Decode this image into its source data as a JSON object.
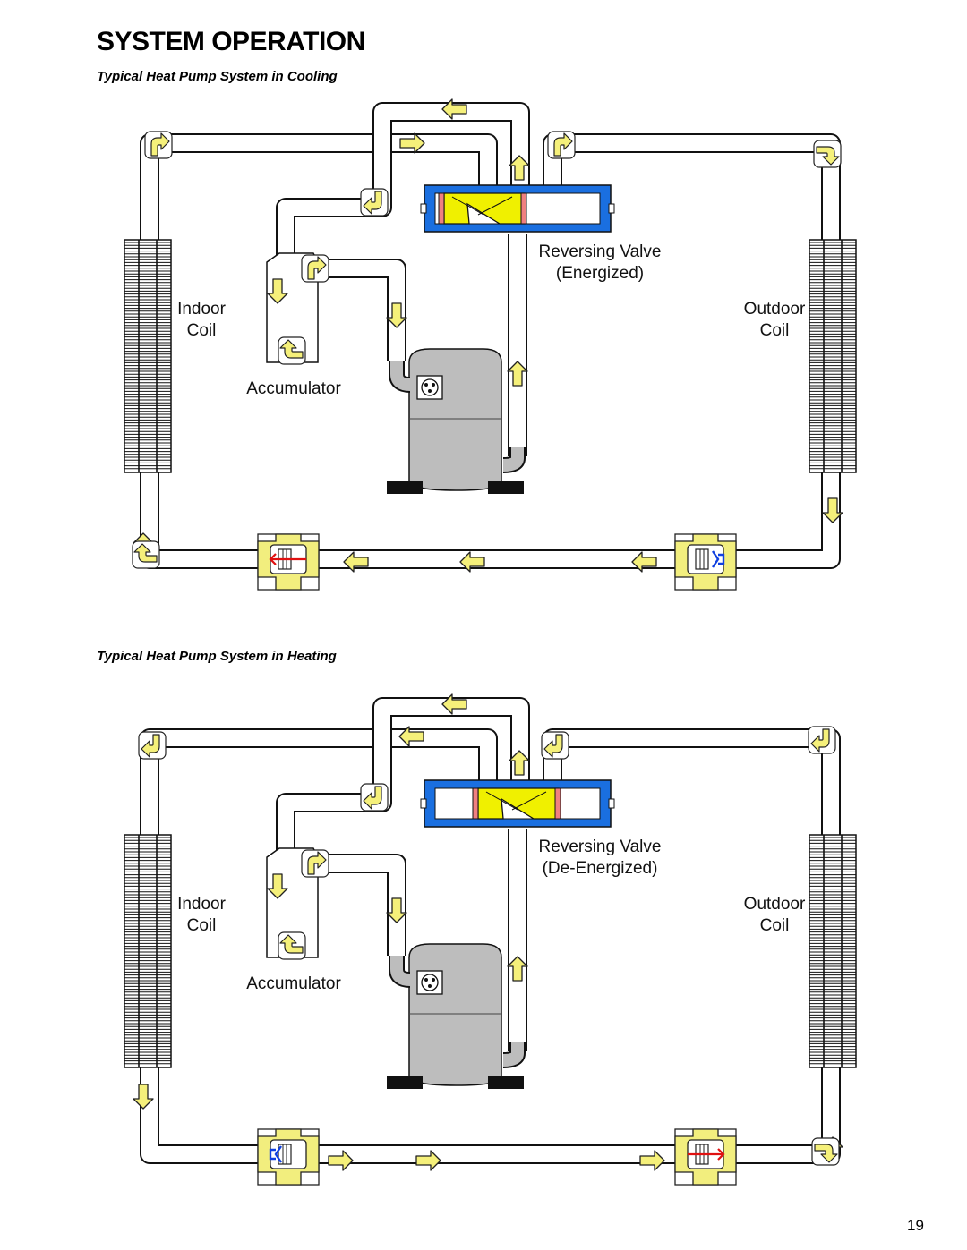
{
  "page": {
    "title": "SYSTEM OPERATION",
    "page_number": "19"
  },
  "diagrams": [
    {
      "caption": "Typical Heat Pump System in Cooling",
      "valve_label_1": "Reversing Valve",
      "valve_label_2": "(Energized)",
      "indoor_1": "Indoor",
      "indoor_2": "Coil",
      "outdoor_1": "Outdoor",
      "outdoor_2": "Coil",
      "accumulator": "Accumulator",
      "flow_direction": "cooling",
      "valve_state": "energized"
    },
    {
      "caption": "Typical Heat Pump System in Heating",
      "valve_label_1": "Reversing Valve",
      "valve_label_2": "(De-Energized)",
      "indoor_1": "Indoor",
      "indoor_2": "Coil",
      "outdoor_1": "Outdoor",
      "outdoor_2": "Coil",
      "accumulator": "Accumulator",
      "flow_direction": "heating",
      "valve_state": "de-energized"
    }
  ],
  "colors": {
    "arrow_fill": "#f5f07a",
    "valve_body": "#1a6fe0",
    "valve_slide": "#f0f000",
    "compressor": "#bdbdbd",
    "metering_body": "#f2ee7e",
    "check_red": "#e01010",
    "check_blue": "#1040e0"
  }
}
